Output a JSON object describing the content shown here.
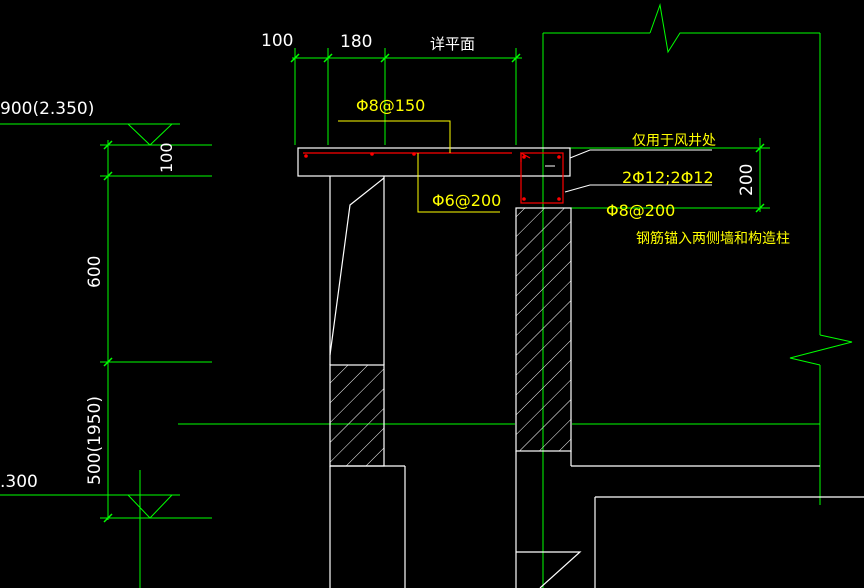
{
  "colors": {
    "background": "#000000",
    "white_lines": "#ffffff",
    "dimension_green": "#00ff00",
    "rebar_red": "#ff0000",
    "leader_yellow": "#ffff00",
    "dim_text": "#ffffff",
    "note_text": "#ffff00"
  },
  "top_dimensions": {
    "d100": "100",
    "d180": "180",
    "detail_ref": "详平面"
  },
  "left_dimensions": {
    "elev_top": "900(2.350)",
    "elev_bottom": ".300",
    "d100": "100",
    "d600": "600",
    "d500": "500(1950)"
  },
  "right_dimensions": {
    "d200": "200"
  },
  "rebar_labels": {
    "top_bar": "Φ8@150",
    "dist_bar": "Φ6@200",
    "beam_bars": "2Φ12;2Φ12",
    "stirrup": "Φ8@200"
  },
  "notes": {
    "wind_shaft_only": "仅用于风井处",
    "anchor_note": "钢筋锚入两侧墙和构造柱"
  }
}
